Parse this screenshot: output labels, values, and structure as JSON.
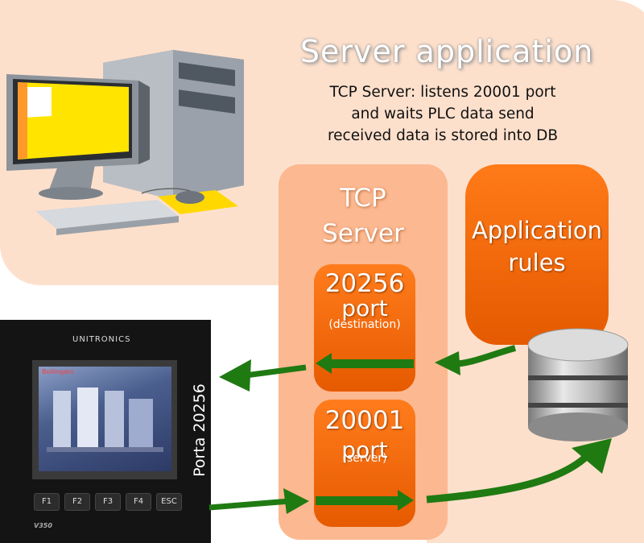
{
  "server": {
    "title": "Server application",
    "description": [
      "TCP Server: listens 20001 port",
      "and waits PLC data send",
      "received data is stored into DB"
    ]
  },
  "tcp_server": {
    "title_line1": "TCP",
    "title_line2": "Server",
    "port_dest": {
      "number": "20256",
      "word": "port",
      "role": "(destination)"
    },
    "port_server": {
      "number": "20001",
      "word": "port",
      "role": "(server)"
    }
  },
  "app_rules": {
    "line1": "Application",
    "line2": "rules"
  },
  "plc": {
    "brand": "UNITRONICS",
    "model": "V350",
    "screen_tag": "Bollingers",
    "keys": [
      "F1",
      "F2",
      "F3",
      "F4",
      "ESC"
    ],
    "port_label": "Porta 20256"
  },
  "colors": {
    "panel": "#fde0cc",
    "tcp_box": "#fcb890",
    "orange": "#ff7a18",
    "arrow_green": "#1f7a12"
  },
  "icons": [
    "desktop-computer-icon",
    "database-icon",
    "plc-device-icon"
  ]
}
